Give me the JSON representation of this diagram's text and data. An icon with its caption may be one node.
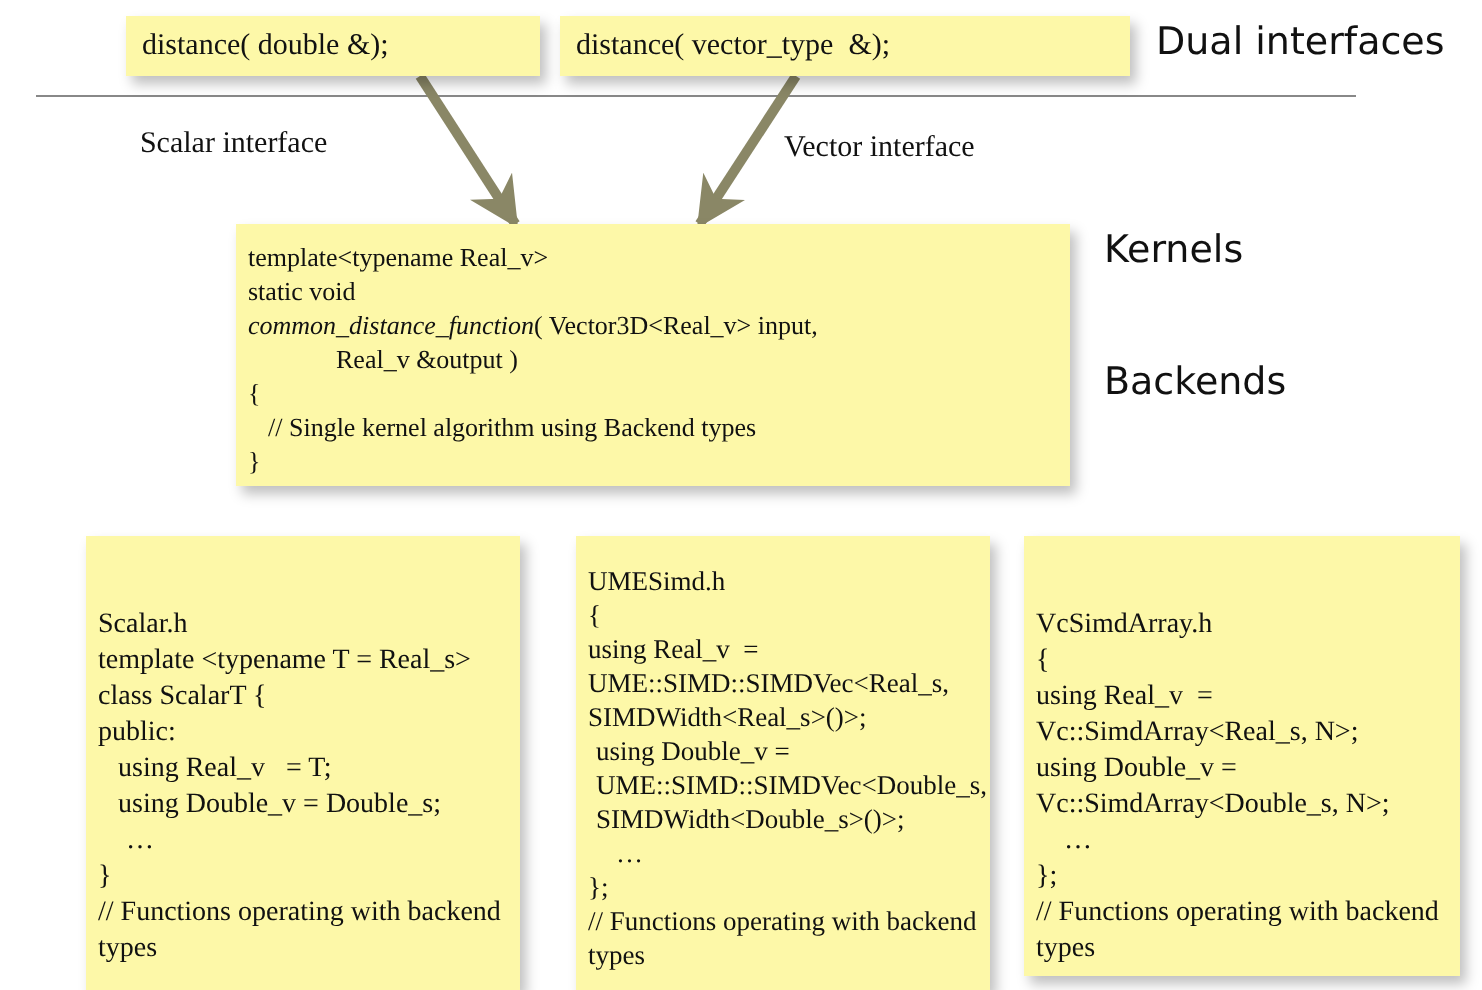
{
  "diagram": {
    "nodes": [
      {
        "text": [
          "distance( double &);"
        ]
      },
      {
        "text": [
          "distance( vector_type  &);"
        ]
      },
      {
        "text": [
          "template<typename Real_v>",
          "static void",
          "*common_distance_function*( Vector3D<Real_v> input,",
          "Real_v &output )",
          "{",
          "// Single kernel algorithm using Backend types",
          "}"
        ]
      },
      {
        "text": [
          "Scalar.h",
          "template <typename T = Real_s>",
          "class ScalarT {",
          "public:",
          "using Real_v   = T;",
          "using Double_v = Double_s;",
          "…",
          "}",
          "// Functions operating with backend types"
        ]
      },
      {
        "text": [
          "UMESimd.h",
          "{",
          "using Real_v  = UME::SIMD::SIMDVec<Real_s, SIMDWidth<Real_s>()>;",
          "using Double_v = UME::SIMD::SIMDVec<Double_s, SIMDWidth<Double_s>()>;",
          "…",
          "};",
          "// Functions operating with backend types"
        ]
      },
      {
        "text": [
          "VcSimdArray.h",
          "{",
          "using Real_v  = Vc::SimdArray<Real_s, N>;",
          "using Double_v = Vc::SimdArray<Double_s, N>;",
          "…",
          "};",
          "// Functions operating with backend types"
        ]
      }
    ],
    "edges": [
      {
        "from": 0,
        "to": 2,
        "arrow": "to",
        "label": "Scalar interface"
      },
      {
        "from": 1,
        "to": 2,
        "arrow": "to",
        "label": "Vector interface"
      }
    ],
    "labels": [
      "Dual interfaces",
      "Kernels",
      "Backends"
    ]
  }
}
